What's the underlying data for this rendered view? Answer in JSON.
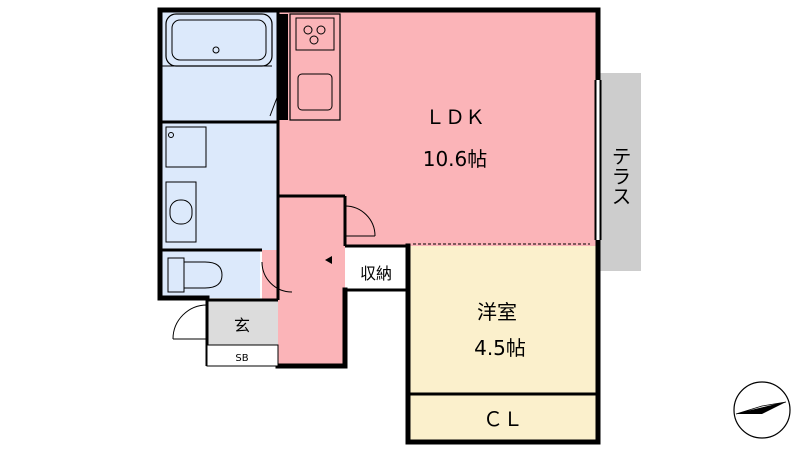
{
  "rooms": {
    "ldk": {
      "name": "ＬＤＫ",
      "size": "10.6帖"
    },
    "western": {
      "name": "洋室",
      "size": "4.5帖"
    },
    "closet": {
      "name": "ＣＬ"
    },
    "storage": {
      "name": "収納"
    },
    "entrance": {
      "name": "玄"
    },
    "shoe_box": {
      "name": "SB"
    },
    "terrace": {
      "name": "テラス"
    }
  },
  "colors": {
    "ldk": "#fbb4b8",
    "western": "#fbf0cc",
    "wet": "#dce9fb",
    "terrace": "#cdcdcd",
    "entrance": "#dcdcdc",
    "wall": "#000000"
  }
}
